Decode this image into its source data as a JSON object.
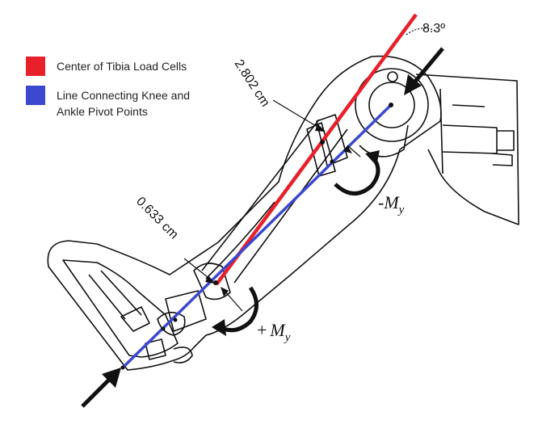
{
  "legend": {
    "items": [
      {
        "label": "Center of Tibia Load Cells",
        "color": "#e8202a"
      },
      {
        "label": "Line Connecting Knee and Ankle Pivot Points",
        "color": "#3b48cf"
      }
    ]
  },
  "annotations": {
    "angle": "8.3º",
    "offset_upper": "2.802 cm",
    "offset_lower": "0.633 cm",
    "moment_negative_sign": "-",
    "moment_positive_sign": "+",
    "moment_symbol": "M",
    "moment_subscript": "y"
  },
  "colors": {
    "red_line": "#e8202a",
    "blue_line": "#3b48cf",
    "outline": "#111111"
  }
}
